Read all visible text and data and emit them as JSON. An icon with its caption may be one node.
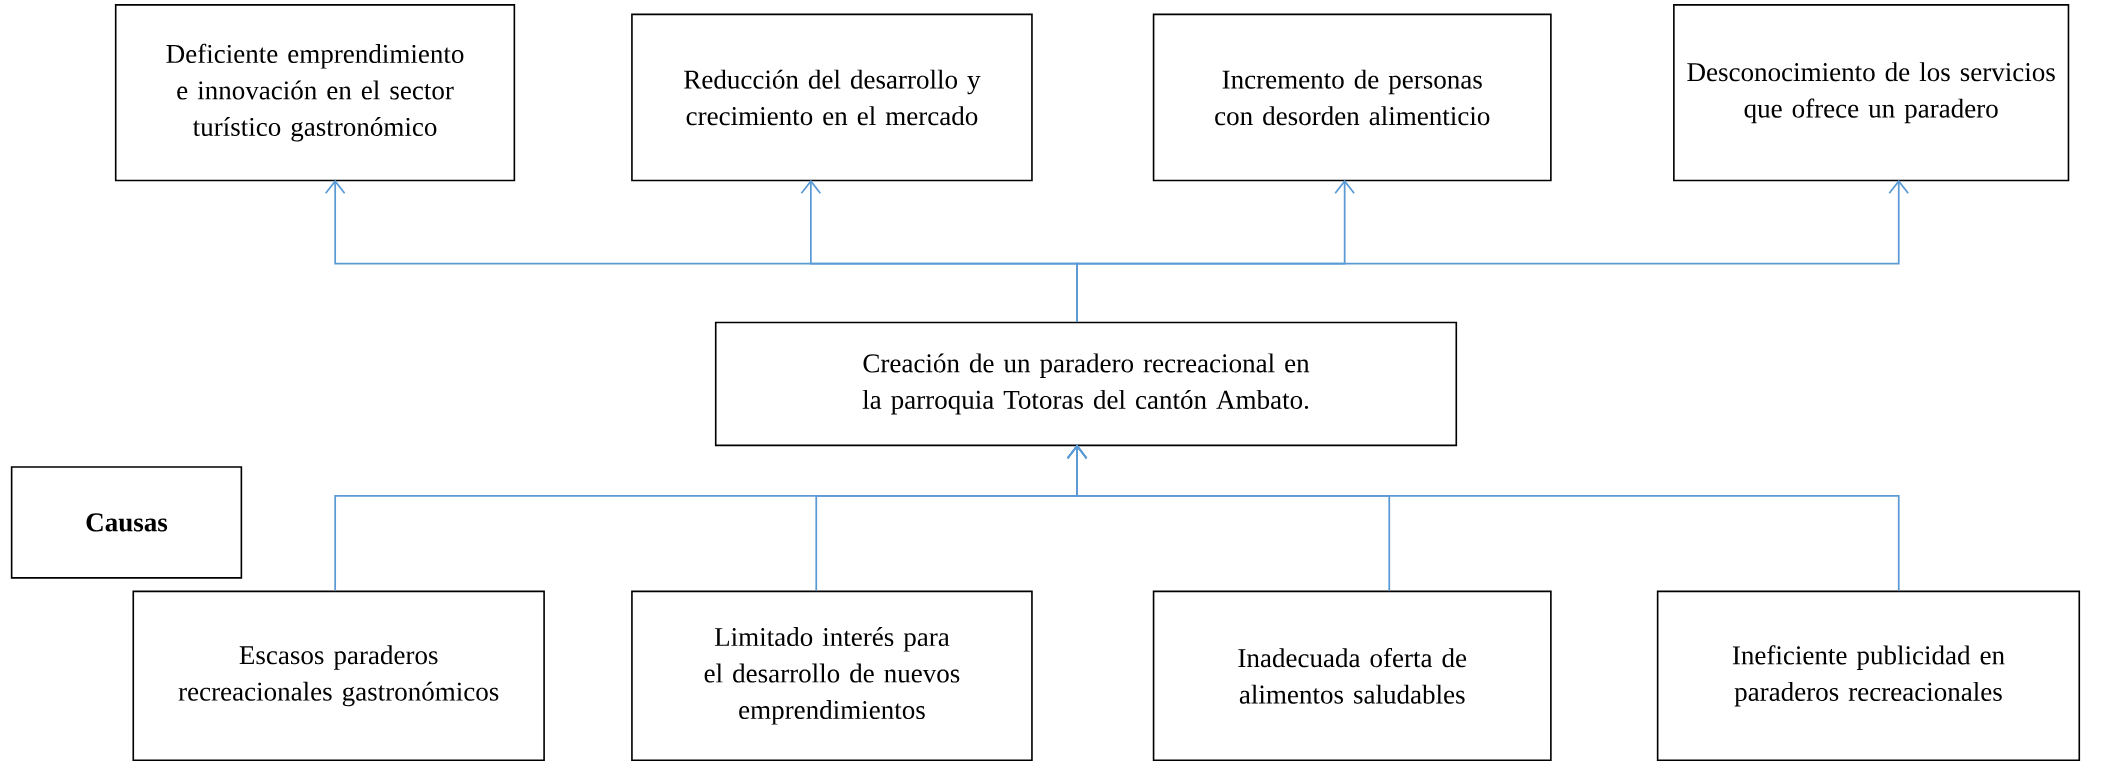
{
  "diagram": {
    "nodes": [
      {
        "text": [
          "Deficiente emprendimiento e innovación en el sector turístico gastronómico"
        ]
      },
      {
        "text": [
          "Reducción del desarrollo y crecimiento en el mercado"
        ]
      },
      {
        "text": [
          "Incremento de personas con desorden alimenticio"
        ]
      },
      {
        "text": [
          "Desconocimiento  de los servicios que ofrece un paradero"
        ]
      },
      {
        "text": [
          "Creación de un paradero recreacional en la parroquia Totoras del cantón Ambato."
        ]
      },
      {
        "text": [
          "Causas"
        ]
      },
      {
        "text": [
          "Escasos paraderos recreacionales gastronómicos"
        ]
      },
      {
        "text": [
          "Limitado interés para el desarrollo de nuevos emprendimientos"
        ]
      },
      {
        "text": [
          "Inadecuada oferta de alimentos saludables"
        ]
      },
      {
        "text": [
          "Ineficiente publicidad en paraderos recreacionales"
        ]
      }
    ],
    "edges": [
      {
        "from": 4,
        "to": 0,
        "arrow": "to"
      },
      {
        "from": 4,
        "to": 1,
        "arrow": "to"
      },
      {
        "from": 4,
        "to": 2,
        "arrow": "to"
      },
      {
        "from": 4,
        "to": 3,
        "arrow": "to"
      },
      {
        "from": 6,
        "to": 4,
        "arrow": "to"
      },
      {
        "from": 7,
        "to": 4,
        "arrow": "to"
      },
      {
        "from": 8,
        "to": 4,
        "arrow": "to"
      },
      {
        "from": 9,
        "to": 4,
        "arrow": "to"
      }
    ]
  }
}
